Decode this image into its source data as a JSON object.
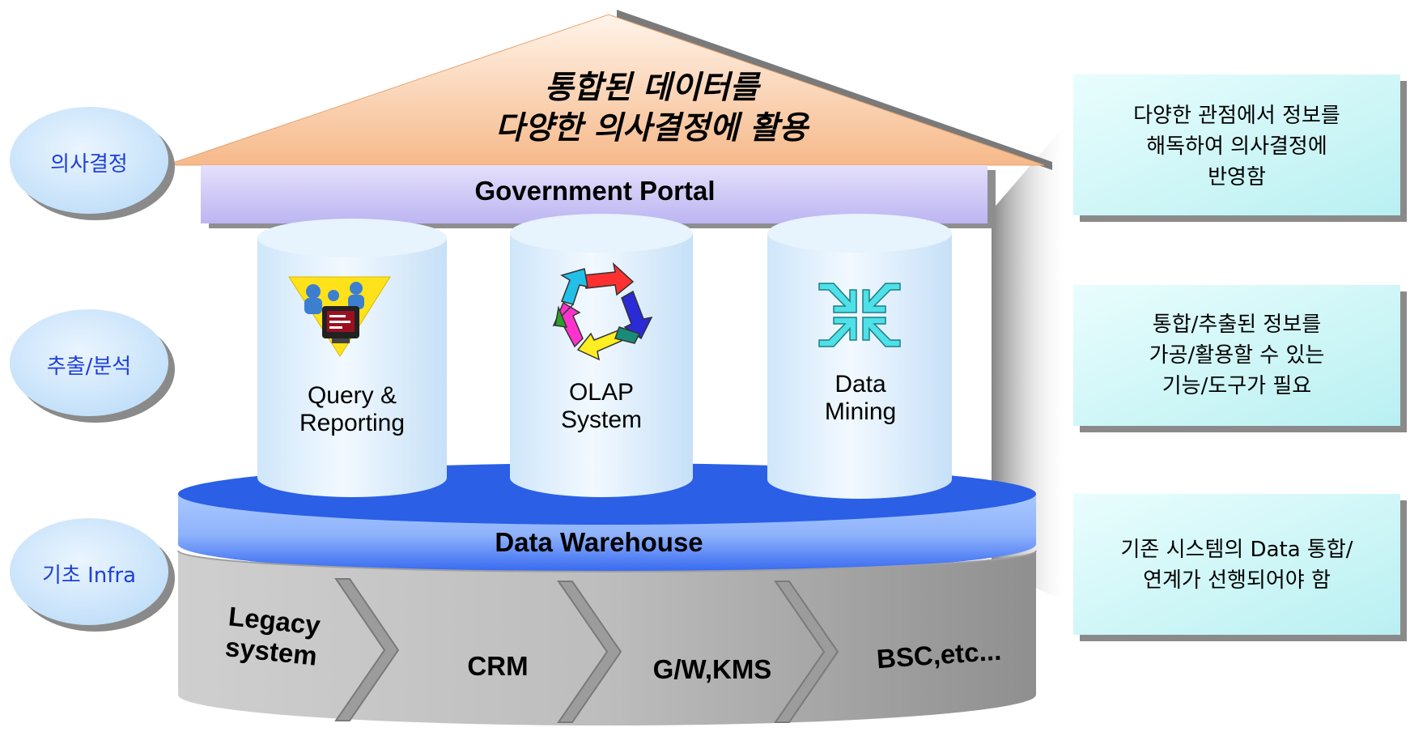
{
  "roof": {
    "line1": "통합된 데이터를",
    "line2": "다양한 의사결정에 활용"
  },
  "portal": {
    "label": "Government Portal"
  },
  "pillars": [
    {
      "label": "Query &\nReporting",
      "icon": "query-reporting-icon"
    },
    {
      "label": "OLAP\nSystem",
      "icon": "olap-cycle-icon"
    },
    {
      "label": "Data\nMining",
      "icon": "data-mining-arrows-icon"
    }
  ],
  "warehouse": {
    "label": "Data Warehouse"
  },
  "base_items": [
    "Legacy\nsystem",
    "CRM",
    "G/W,KMS",
    "BSC,etc..."
  ],
  "levels": [
    "의사결정",
    "추출/분석",
    "기초 Infra"
  ],
  "notes": [
    "다양한 관점에서 정보를\n해독하여 의사결정에\n반영함",
    "통합/추출된 정보를\n가공/활용할 수 있는\n기능/도구가 필요",
    "기존 시스템의 Data 통합/\n연계가 선행되어야 함"
  ],
  "colors": {
    "roof": "#f8c79b",
    "portal": "#c9c3f5",
    "pillar": "#d6ebfb",
    "warehouse": "#2d6ae8",
    "base": "#b8b8b8",
    "oval": "#cfe6fb",
    "note": "#ccf6f7",
    "oval_text": "#1f3fd8"
  }
}
